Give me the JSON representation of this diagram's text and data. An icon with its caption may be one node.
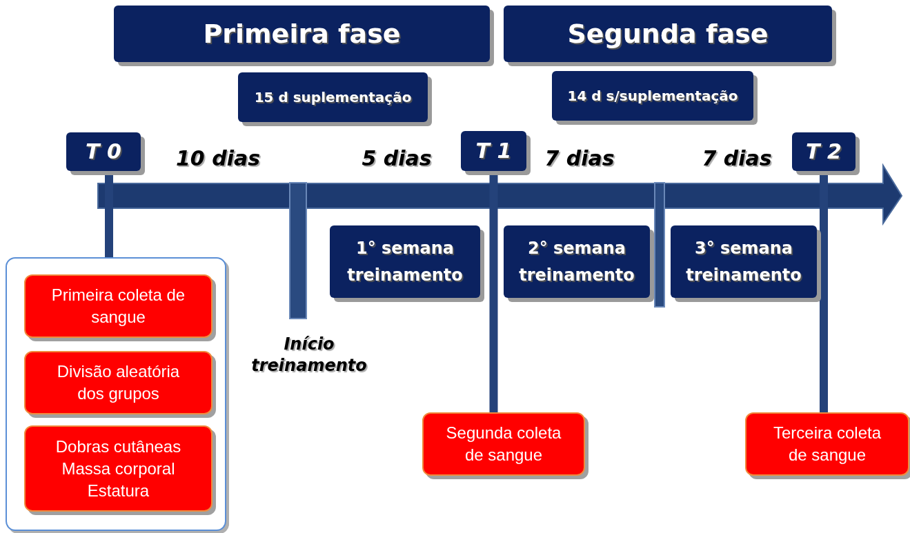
{
  "diagram": {
    "nodes": [
      {
        "text": [
          "Primeira fase"
        ]
      },
      {
        "text": [
          "Segunda fase"
        ]
      },
      {
        "text": [
          "15 d suplementação"
        ]
      },
      {
        "text": [
          "14 d s/suplementação"
        ]
      },
      {
        "text": [
          "T 0"
        ]
      },
      {
        "text": [
          "T 1"
        ]
      },
      {
        "text": [
          "T 2"
        ]
      },
      {
        "text": [
          "1° semana treinamento"
        ]
      },
      {
        "text": [
          "2° semana treinamento"
        ]
      },
      {
        "text": [
          "3° semana treinamento"
        ]
      },
      {
        "text": [],
        "shape": "box"
      },
      {
        "text": [
          "Primeira coleta de sangue"
        ],
        "in": 10
      },
      {
        "text": [
          "Divisão aleatória dos grupos"
        ],
        "in": 10
      },
      {
        "text": [
          "Dobras cutâneas Massa corporal Estatura"
        ],
        "in": 10
      },
      {
        "text": [
          "Segunda coleta de sangue"
        ]
      },
      {
        "text": [
          "Terceira coleta de sangue"
        ]
      }
    ],
    "edges": [
      {
        "from": 4,
        "to": 10,
        "arrow": "none"
      },
      {
        "from": 5,
        "to": 14,
        "arrow": "none"
      },
      {
        "from": 6,
        "to": 15,
        "arrow": "none"
      },
      {
        "from": 4,
        "to": null,
        "arrow": "to",
        "style": "thick"
      }
    ],
    "labels": [
      "10 dias",
      "5 dias",
      "7 dias",
      "7 dias",
      "Início treinamento"
    ]
  }
}
